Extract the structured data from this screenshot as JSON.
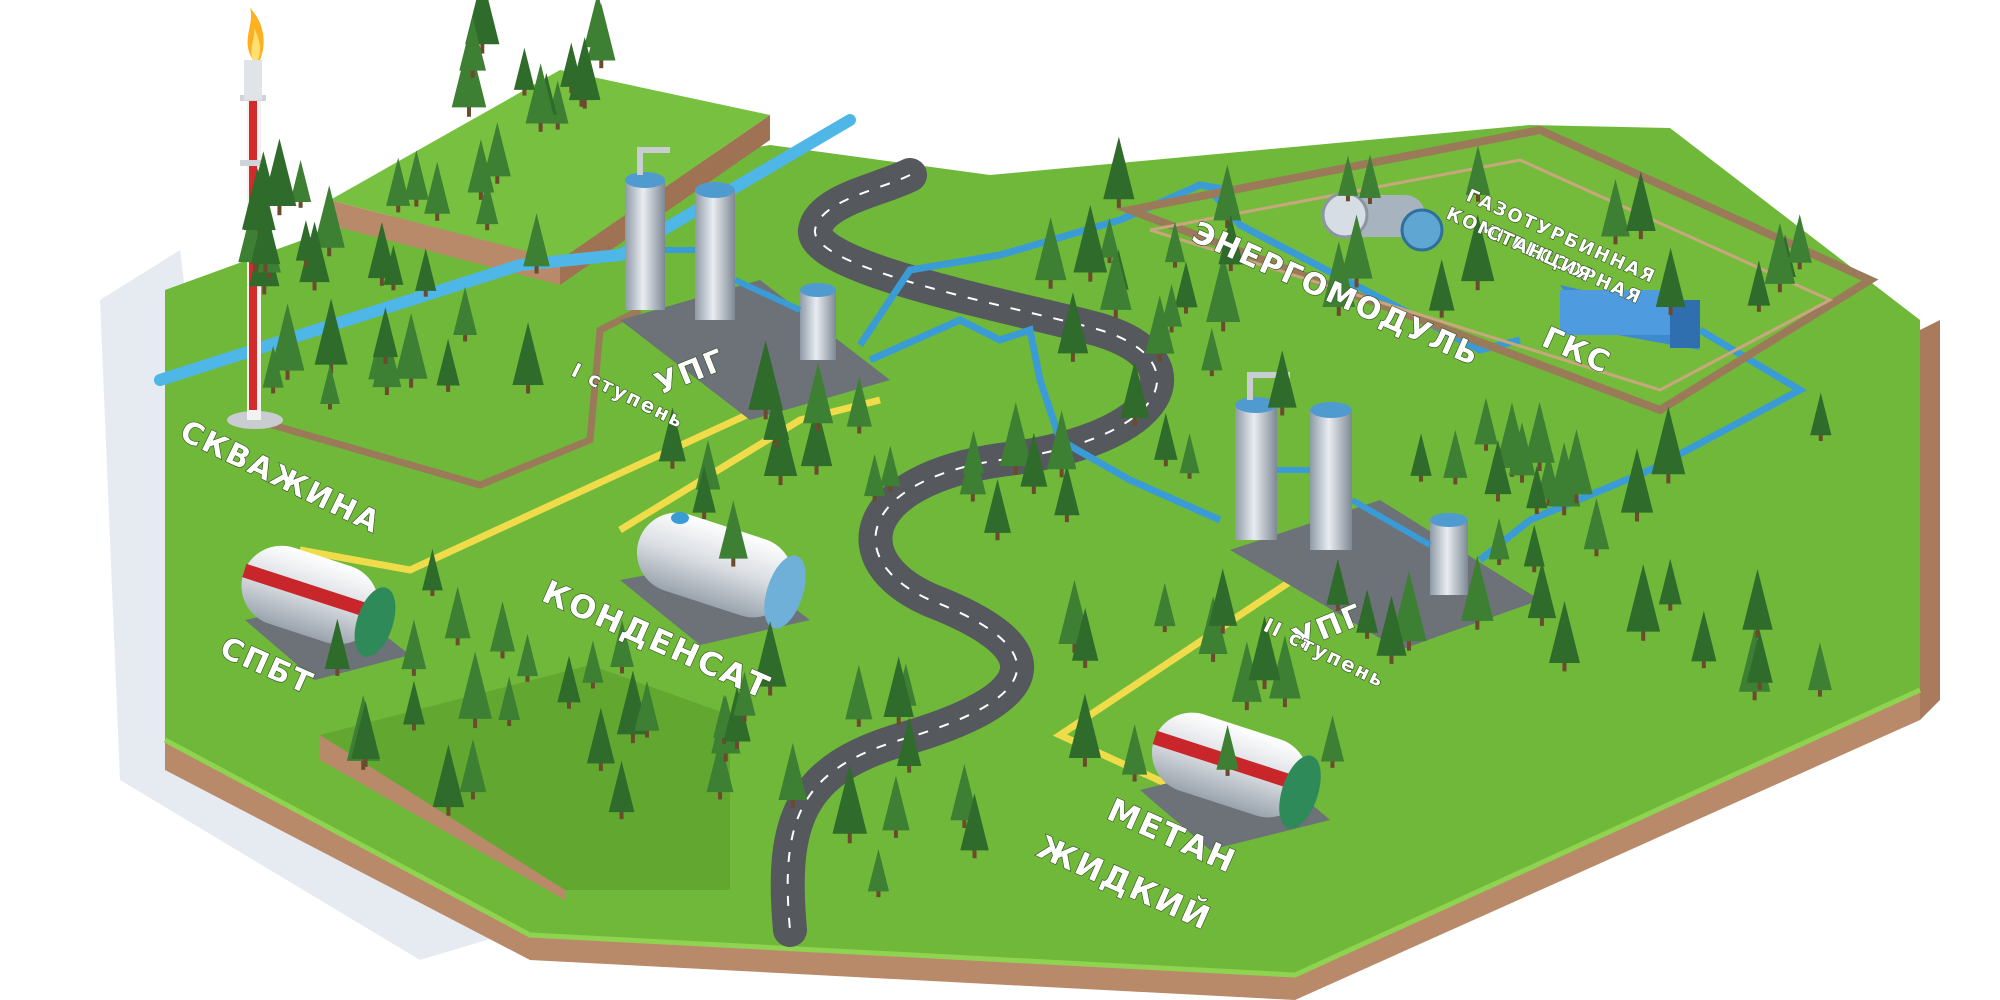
{
  "labels": {
    "well": "СКВАЖИНА",
    "upg1_title": "УПГ",
    "upg1_stage": "I ступень",
    "spbt": "СПБТ",
    "condensate": "КОНДЕНСАТ",
    "energy": "ЭНЕРГОМОДУЛЬ",
    "gts_line1": "ГАЗОТУРБИННАЯ",
    "gts_line2": "КОМПРЕССОРНАЯ",
    "gts_line3": "СТАНЦИЯ",
    "gks": "ГКС",
    "upg2_title": "УПГ",
    "upg2_stage": "II ступень",
    "methane_line1": "МЕТАН",
    "methane_line2": "ЖИДКИЙ"
  },
  "colors": {
    "grass": "#6fb83a",
    "grass_dark": "#4f9a28",
    "soil": "#b98a6a",
    "soil_dark": "#8f6446",
    "road": "#55585c",
    "pipe_blue": "#3a9bd6",
    "pipe_yellow": "#f0dc4a",
    "pipe_brown": "#9b7a5a",
    "tank_red": "#c8262a",
    "tree": "#2f6b2a",
    "flame": "#ffb020"
  }
}
